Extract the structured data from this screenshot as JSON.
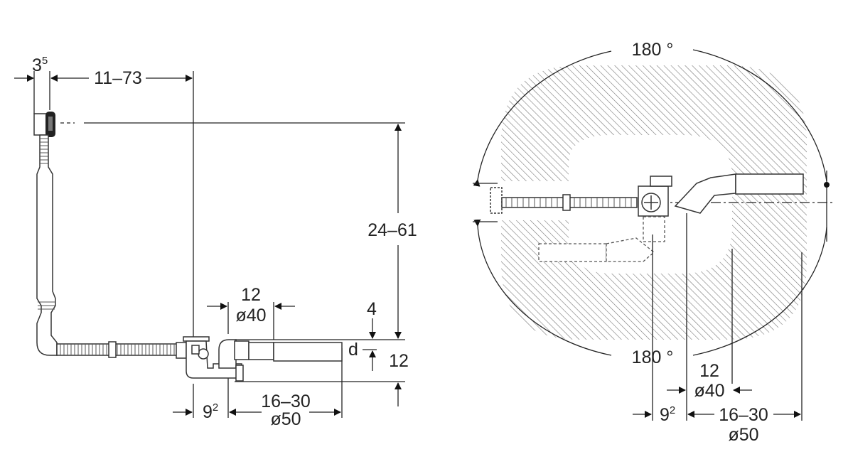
{
  "side_view": {
    "dim_offset": {
      "base": "3",
      "exp": "5"
    },
    "dim_horizontal_range": "11–73",
    "dim_vertical_range": "24–61",
    "dim_overflow_width": "12",
    "dim_overflow_diameter": "ø40",
    "dim_top_gap": "4",
    "label_d": "d",
    "dim_height": "12",
    "dim_drain_offset": {
      "base": "9",
      "exp": "2"
    },
    "dim_outlet_range": "16–30",
    "dim_outlet_diameter": "ø50"
  },
  "top_view": {
    "rotation_top": "180 °",
    "rotation_bottom": "180 °",
    "dim_overflow_width": "12",
    "dim_overflow_diameter": "ø40",
    "dim_drain_offset": {
      "base": "9",
      "exp": "2"
    },
    "dim_outlet_range": "16–30",
    "dim_outlet_diameter": "ø50"
  }
}
